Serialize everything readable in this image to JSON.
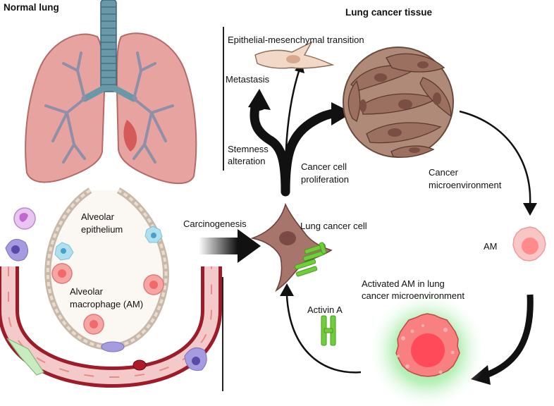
{
  "titles": {
    "normal_lung": "Normal lung",
    "cancer_tissue": "Lung cancer tissue"
  },
  "labels": {
    "emt": "Epithelial-mesenchymal transition",
    "metastasis": "Metastasis",
    "stemness_1": "Stemness",
    "stemness_2": "alteration",
    "proliferation_1": "Cancer cell",
    "proliferation_2": "proliferation",
    "microenv_1": "Cancer",
    "microenv_2": "microenvironment",
    "alveolar_epi_1": "Alveolar",
    "alveolar_epi_2": "epithelium",
    "alveolar_mac_1": "Alveolar",
    "alveolar_mac_2": "macrophage (AM)",
    "carcinogenesis": "Carcinogenesis",
    "lung_cancer_cell": "Lung cancer cell",
    "am": "AM",
    "activated_1": "Activated AM in lung",
    "activated_2": "cancer microenvironment",
    "activin": "Activin A"
  },
  "colors": {
    "lung": "#e7a3a0",
    "lung_outline": "#b56a6a",
    "trachea": "#6a98a8",
    "bronchi": "#8f8fa8",
    "vessel": "#9c1c2a",
    "vessel_inner": "#f4c9c9",
    "tumor": "#9b7060",
    "am_cell": "#f6a5a5",
    "glow": "#5fdc6a",
    "activin": "#6fce3a",
    "arrow": "#111111"
  }
}
